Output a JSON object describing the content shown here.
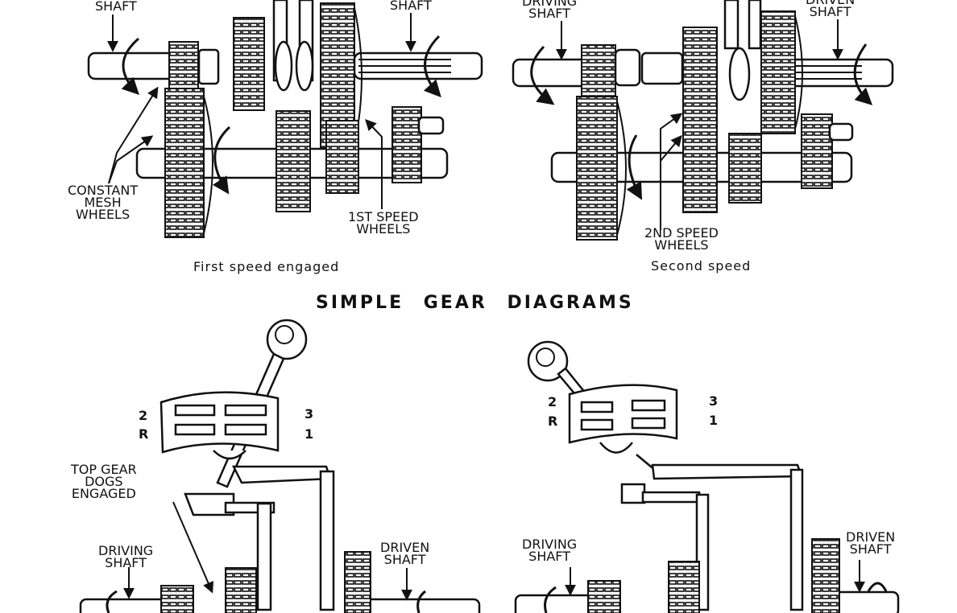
{
  "title": "SIMPLE GEAR DIAGRAMS",
  "colors": {
    "ink": "#111111",
    "paper": "#ffffff"
  },
  "panels": {
    "top_left": {
      "caption": "First speed engaged",
      "labels": {
        "driving_shaft": "SHAFT",
        "driven_shaft": "SHAFT",
        "constant_mesh": "CONSTANT\nMESH\nWHEELS",
        "speed_wheels": "1ST SPEED\nWHEELS"
      }
    },
    "top_right": {
      "caption": "Second speed",
      "labels": {
        "driving_shaft": "DRIVING\nSHAFT",
        "driven_shaft": "DRIVEN\nSHAFT",
        "speed_wheels": "2ND SPEED\nWHEELS"
      }
    },
    "bottom_left": {
      "gate": {
        "top_left": "2",
        "bottom_left": "R",
        "top_right": "3",
        "bottom_right": "1"
      },
      "labels": {
        "dogs": "TOP GEAR\nDOGS\nENGAGED",
        "driving_shaft": "DRIVING\nSHAFT",
        "driven_shaft": "DRIVEN\nSHAFT"
      }
    },
    "bottom_right": {
      "gate": {
        "top_left": "2",
        "bottom_left": "R",
        "top_right": "3",
        "bottom_right": "1"
      },
      "labels": {
        "driving_shaft": "DRIVING\nSHAFT",
        "driven_shaft": "DRIVEN\nSHAFT"
      }
    }
  }
}
